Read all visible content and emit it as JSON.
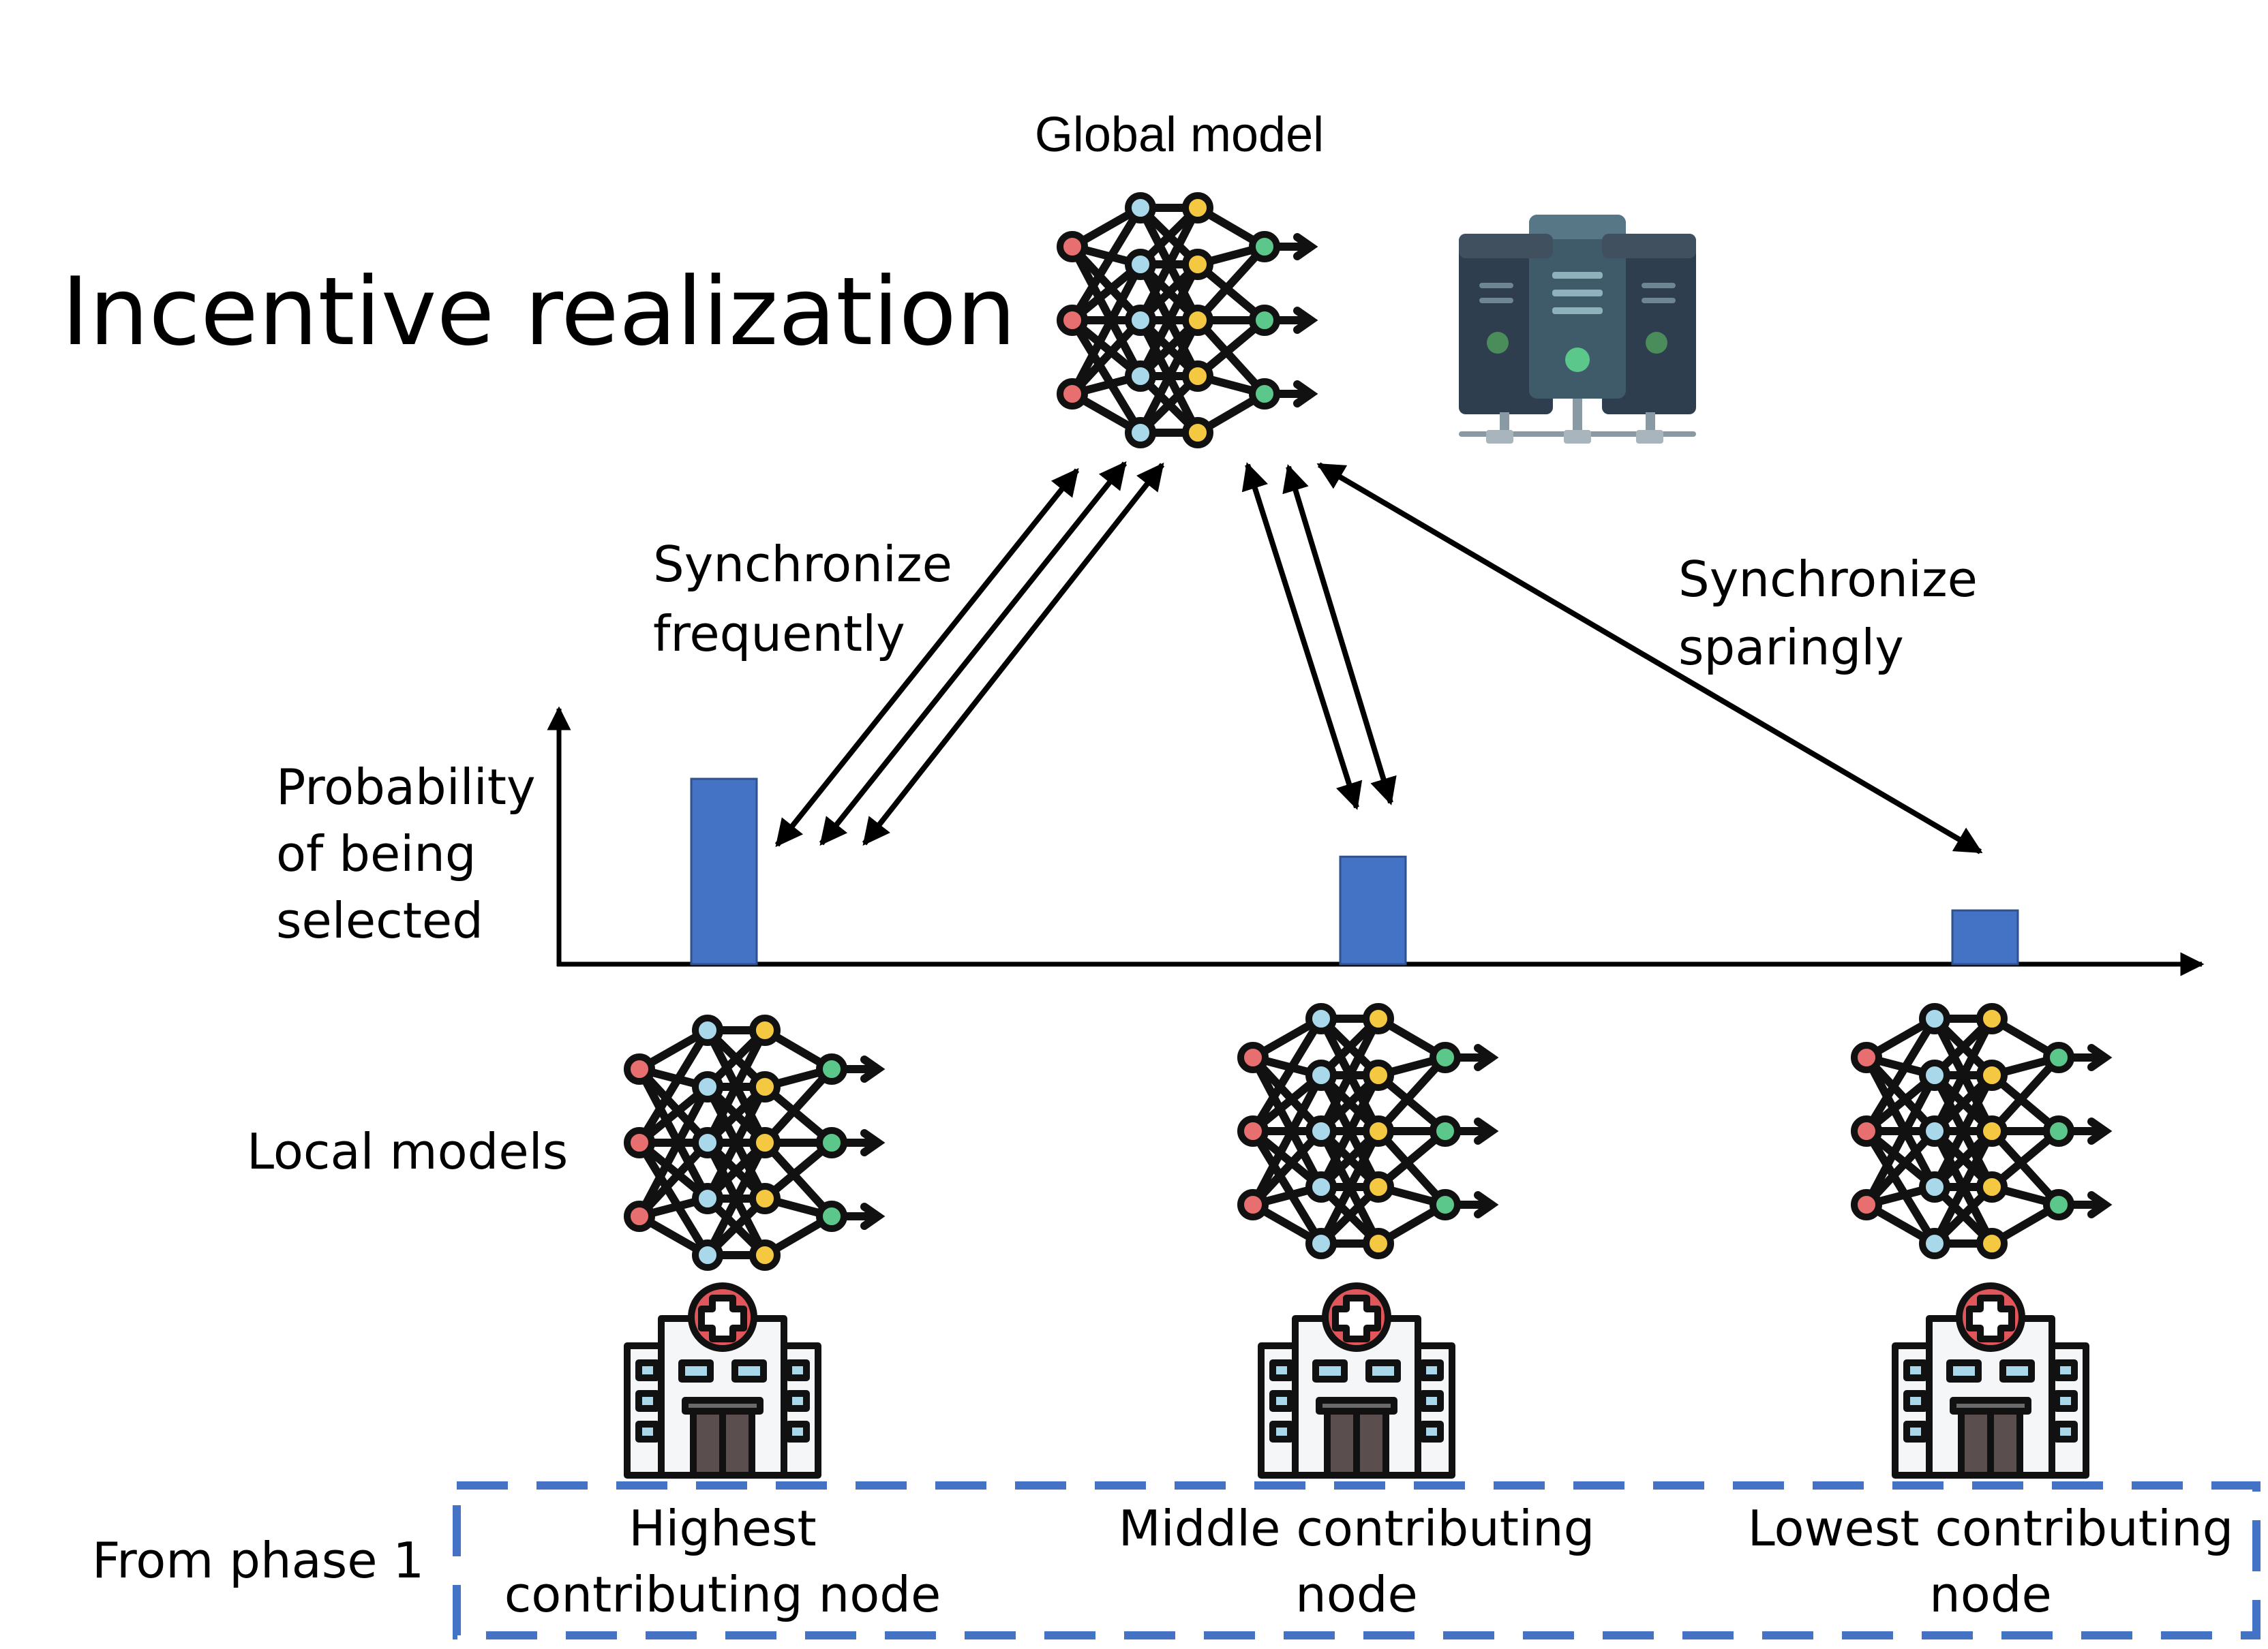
{
  "title": "Incentive realization",
  "global_model": {
    "label": "Global model",
    "icon": "neural-network-icon",
    "server_icon": "server-icon"
  },
  "sync": {
    "frequent": [
      "Synchronize",
      "frequently"
    ],
    "sparing": [
      "Synchronize",
      "sparingly"
    ]
  },
  "axis": {
    "ylabel": [
      "Probability",
      "of being",
      "selected"
    ]
  },
  "chart_data": {
    "type": "bar",
    "categories": [
      "Highest contributing node",
      "Middle contributing node",
      "Lowest contributing node"
    ],
    "values": [
      1.0,
      0.58,
      0.29
    ],
    "ylabel": "Probability of being selected",
    "bar_color": "#4472C4"
  },
  "local_models_label": "Local models",
  "phase_label": "From phase 1",
  "nodes": [
    {
      "lines": [
        "Highest",
        "contributing node"
      ],
      "icon": "hospital-icon"
    },
    {
      "lines": [
        "Middle contributing",
        "node"
      ],
      "icon": "hospital-icon"
    },
    {
      "lines": [
        "Lowest contributing",
        "node"
      ],
      "icon": "hospital-icon"
    }
  ],
  "colors": {
    "bar": "#4472C4",
    "dashed_box": "#4472C4",
    "node_red": "#E76F6F",
    "node_blue": "#A8D8EA",
    "node_yellow": "#F5C842",
    "node_green": "#5CC78A",
    "server_dark": "#2F3E4E",
    "server_mid": "#3F5B6A",
    "hospital_red": "#E0565B"
  }
}
